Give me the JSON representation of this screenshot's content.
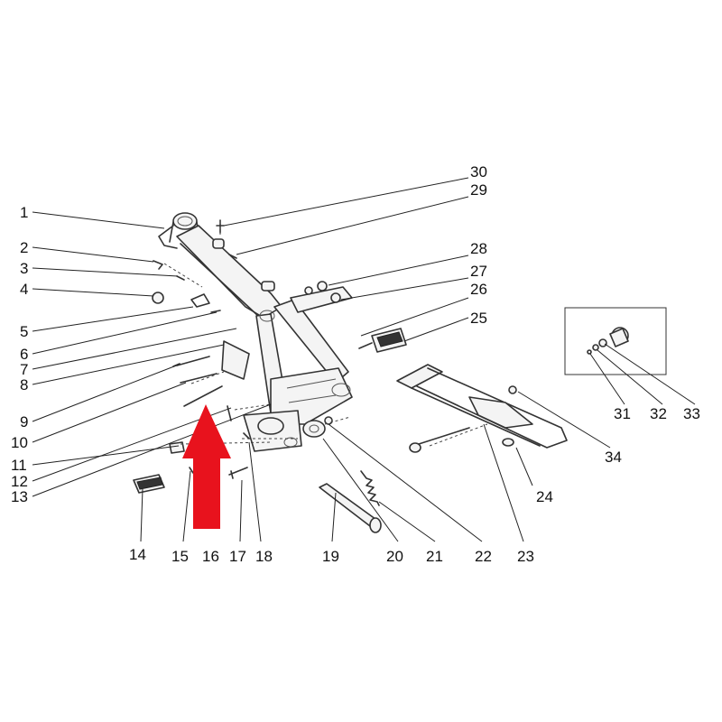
{
  "callouts": [
    "1",
    "2",
    "3",
    "4",
    "5",
    "6",
    "7",
    "8",
    "9",
    "10",
    "11",
    "12",
    "13",
    "14",
    "15",
    "16",
    "17",
    "18",
    "19",
    "20",
    "21",
    "22",
    "23",
    "24",
    "25",
    "26",
    "27",
    "28",
    "29",
    "30",
    "31",
    "32",
    "33",
    "34"
  ],
  "colors": {
    "line": "#333333",
    "callout_text": "#111111",
    "highlight_arrow": "#e8121d",
    "background": "#ffffff"
  },
  "highlight_arrow": {
    "direction": "up",
    "points_to_callout": "16"
  },
  "inset_box": {
    "callouts": [
      "31",
      "32",
      "33"
    ]
  }
}
